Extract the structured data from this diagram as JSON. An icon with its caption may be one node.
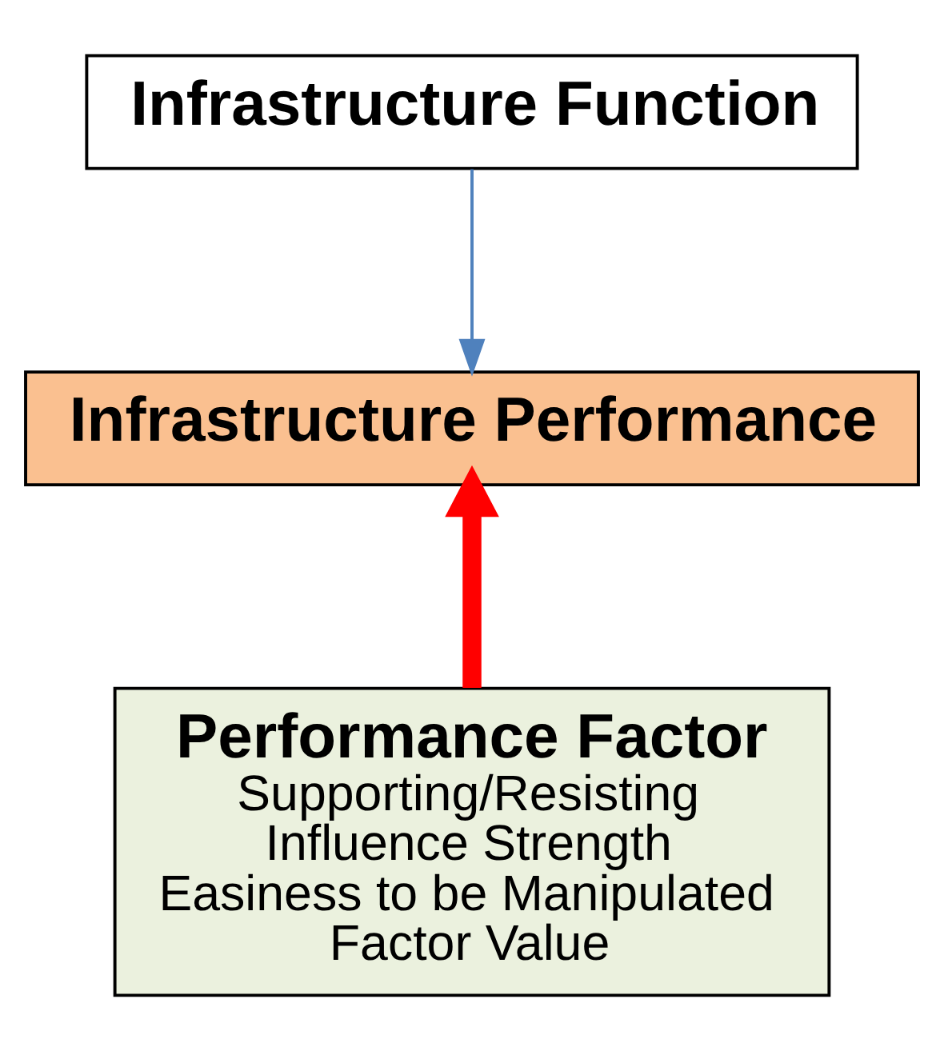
{
  "diagram": {
    "nodes": [
      {
        "text": [
          "Infrastructure Function"
        ]
      },
      {
        "text": [
          "Infrastructure Performance"
        ]
      },
      {
        "text": [
          "Performance Factor",
          "Supporting/Resisting",
          "Influence Strength",
          "Easiness to be Manipulated",
          "Factor Value"
        ]
      }
    ],
    "edges": [
      {
        "from": 0,
        "to": 1,
        "arrow": "to",
        "color": "#4f81bd"
      },
      {
        "from": 2,
        "to": 1,
        "arrow": "to",
        "style": "thick",
        "color": "#ff0000"
      }
    ]
  }
}
